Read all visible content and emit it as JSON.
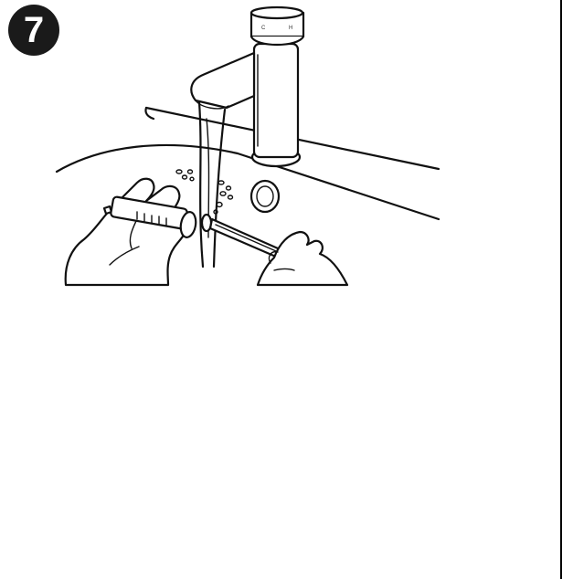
{
  "step": {
    "number": "7"
  },
  "illustration": {
    "faucet_labels": {
      "cold": "C",
      "hot": "H"
    },
    "icons": [
      "faucet-icon",
      "syringe-icon",
      "water-stream-icon",
      "hand-icon"
    ]
  },
  "colors": {
    "ink": "#111111",
    "badge": "#1a1a1a",
    "background": "#ffffff"
  }
}
